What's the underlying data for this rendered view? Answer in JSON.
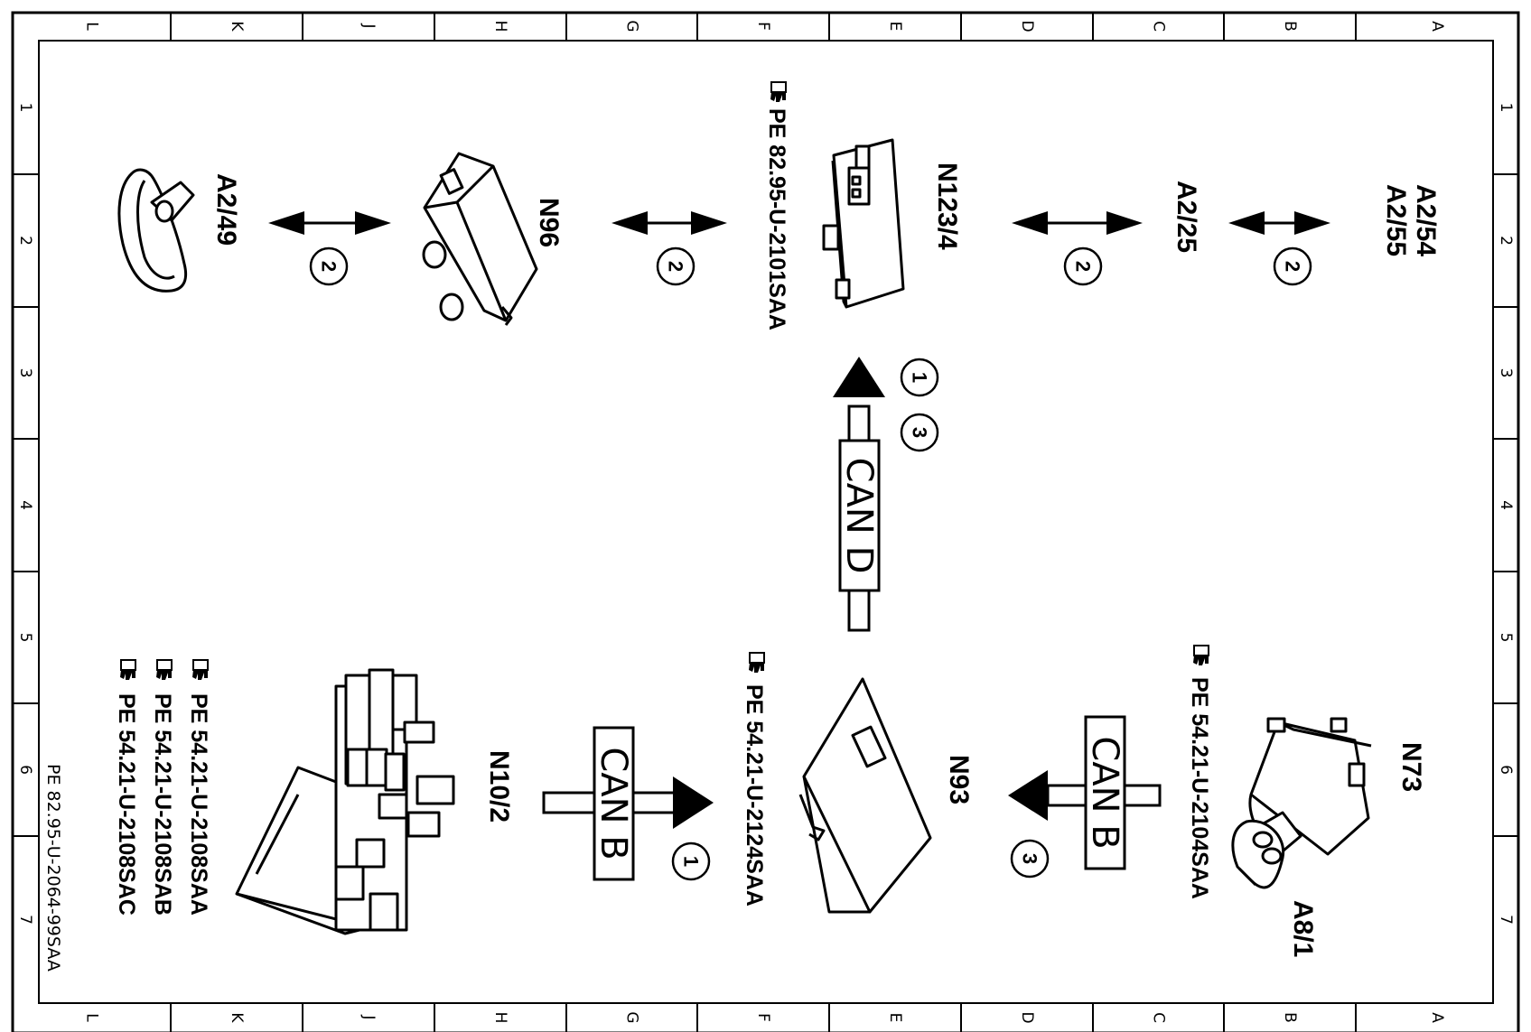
{
  "grid": {
    "columns": [
      "L",
      "K",
      "J",
      "H",
      "G",
      "F",
      "E",
      "D",
      "C",
      "B",
      "A"
    ],
    "rows": [
      "1",
      "2",
      "3",
      "4",
      "5",
      "6",
      "7"
    ]
  },
  "components": {
    "a2_49": "A2/49",
    "n96": "N96",
    "n123_4": "N123/4",
    "a2_25": "A2/25",
    "a2_54": "A2/54",
    "a2_55": "A2/55",
    "n10_2": "N10/2",
    "n93": "N93",
    "n73": "N73",
    "a8_1": "A8/1"
  },
  "refs": {
    "n123_4": "PE  82.95-U-2101SAA",
    "n93": "PE  54.21-U-2124SAA",
    "n73": "PE  54.21-U-2104SAA",
    "n10_2": [
      "PE  54.21-U-2108SAA",
      "PE  54.21-U-2108SAB",
      "PE  54.21-U-2108SAC"
    ]
  },
  "buses": {
    "can_d": "CAN D",
    "can_b_left": "CAN B",
    "can_b_right": "CAN B"
  },
  "callouts": {
    "link_a2_49_n96": "2",
    "link_n96_n123_4": "2",
    "link_n123_4_a2_25": "2",
    "link_a2_25_a2_54": "2",
    "can_d_first": "1",
    "can_d_second": "3",
    "can_b_left": "1",
    "can_b_right": "3"
  },
  "footer_ref": "PE 82.95-U-2064-99SAA",
  "icons": {
    "reference": "pointing-hand-icon"
  },
  "colors": {
    "ink": "#000000",
    "paper": "#ffffff"
  }
}
